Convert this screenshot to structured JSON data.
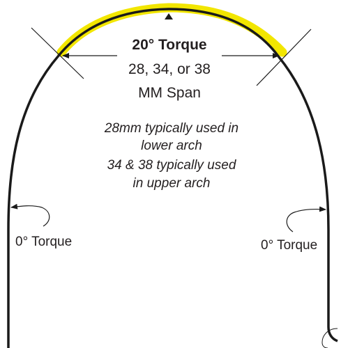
{
  "title": "20° Torque",
  "span": {
    "line1": "28, 34, or 38",
    "line2": "MM Span"
  },
  "note": {
    "line1": "28mm typically used in",
    "line2": "lower arch",
    "line3": "34 & 38 typically used",
    "line4": "in upper arch"
  },
  "left_label": "0° Torque",
  "right_label": "0° Torque",
  "colors": {
    "wire": "#1a1a1a",
    "highlight": "#f2e600",
    "text": "#231f20"
  }
}
